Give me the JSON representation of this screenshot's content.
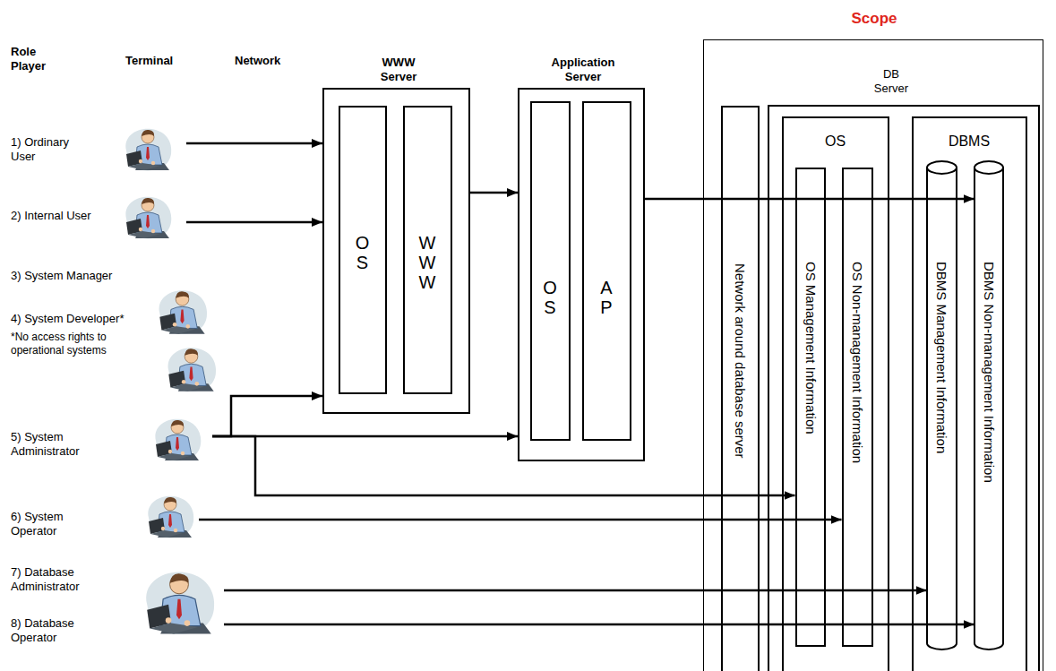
{
  "diagram": {
    "nodes": [
      {
        "text": [
          "1) Ordinary User"
        ]
      },
      {
        "text": [
          "2) Internal User"
        ]
      },
      {
        "text": [
          "3) System Manager"
        ]
      },
      {
        "text": [
          "4) System Developer*",
          "*No access rights to operational systems"
        ]
      },
      {
        "text": [
          "5) System Administrator"
        ]
      },
      {
        "text": [
          "6) System Operator"
        ]
      },
      {
        "text": [
          "7) Database Administrator"
        ]
      },
      {
        "text": [
          "8) Database Operator"
        ]
      },
      {
        "text": [
          "WWW Server"
        ]
      },
      {
        "text": [
          "OS"
        ],
        "in": 8
      },
      {
        "text": [
          "WWW"
        ],
        "in": 8
      },
      {
        "text": [
          "Application Server"
        ]
      },
      {
        "text": [
          "OS"
        ],
        "in": 11
      },
      {
        "text": [
          "AP"
        ],
        "in": 11
      },
      {
        "text": [
          "Scope",
          "DB Server"
        ]
      },
      {
        "text": [
          "Network around database server"
        ],
        "in": 14
      },
      {
        "text": [
          "OS"
        ],
        "in": 14
      },
      {
        "text": [
          "OS Management Information"
        ],
        "in": 16
      },
      {
        "text": [
          "OS Non-management Information"
        ],
        "in": 16
      },
      {
        "text": [
          "DBMS"
        ],
        "in": 14
      },
      {
        "text": [
          "DBMS Management Information"
        ],
        "in": 19
      },
      {
        "text": [
          "DBMS Non-management Information"
        ],
        "in": 19
      }
    ],
    "edges": [
      {
        "from": 0,
        "to": 8,
        "arrow": "to"
      },
      {
        "from": 1,
        "to": 8,
        "arrow": "to"
      },
      {
        "from": 8,
        "to": 11,
        "arrow": "to"
      },
      {
        "from": 11,
        "to": 21,
        "arrow": "to"
      },
      {
        "from": 4,
        "to": 8,
        "arrow": "to"
      },
      {
        "from": 4,
        "to": 11,
        "arrow": "to"
      },
      {
        "from": 4,
        "to": 17,
        "arrow": "to"
      },
      {
        "from": 5,
        "to": 18,
        "arrow": "to"
      },
      {
        "from": 6,
        "to": 20,
        "arrow": "to"
      },
      {
        "from": 7,
        "to": 21,
        "arrow": "to"
      }
    ],
    "labels": [
      "Role Player",
      "Terminal",
      "Network"
    ]
  }
}
